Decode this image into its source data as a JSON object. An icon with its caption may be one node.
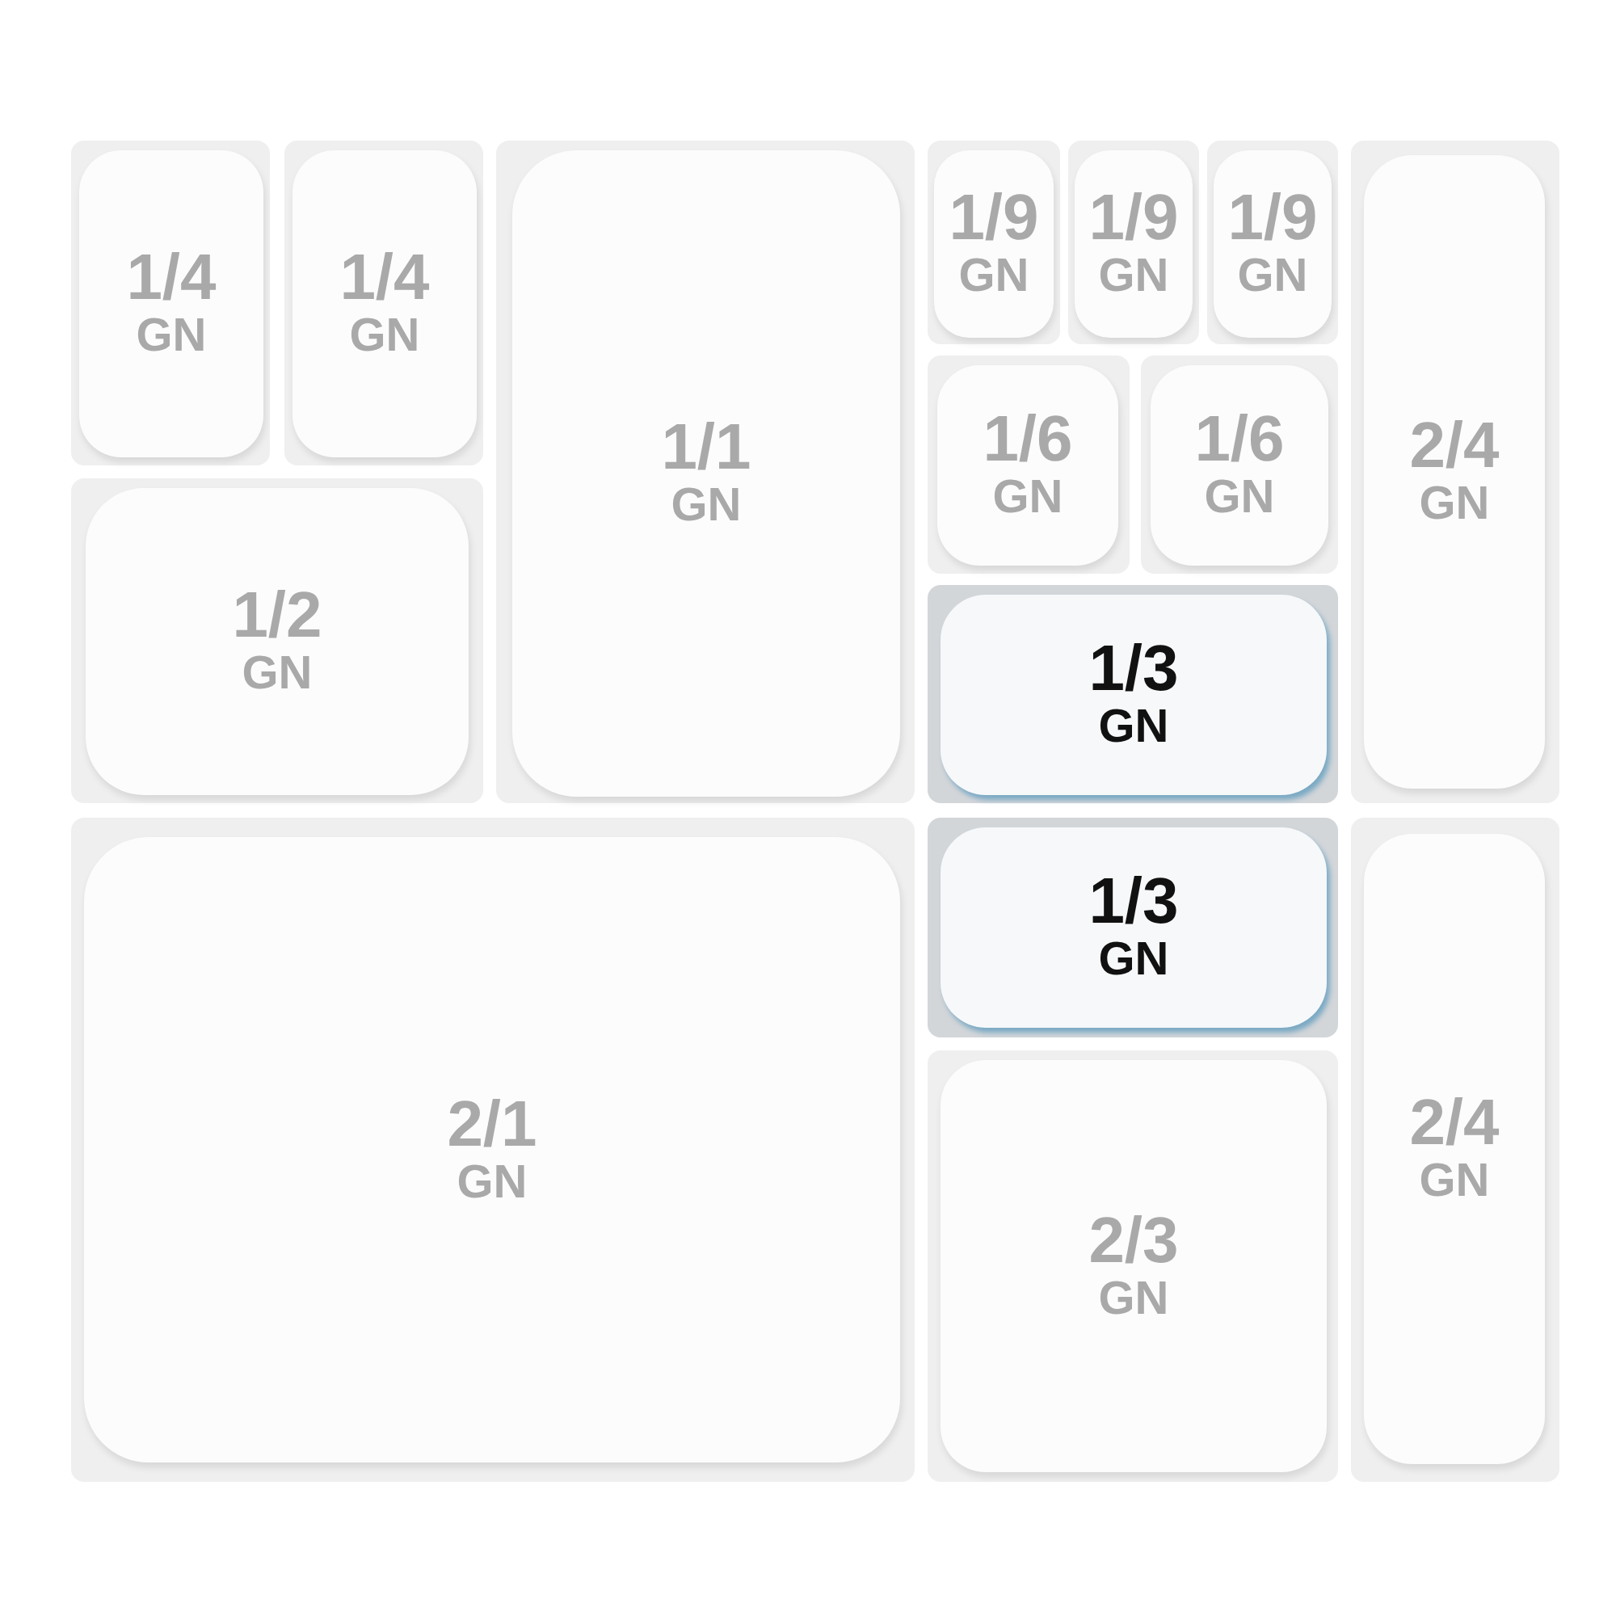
{
  "diagram": {
    "nodes": [
      {
        "text": [
          "1/4",
          "GN"
        ]
      },
      {
        "text": [
          "1/4",
          "GN"
        ]
      },
      {
        "text": [
          "1/1",
          "GN"
        ]
      },
      {
        "text": [
          "1/9",
          "GN"
        ]
      },
      {
        "text": [
          "1/9",
          "GN"
        ]
      },
      {
        "text": [
          "1/9",
          "GN"
        ]
      },
      {
        "text": [
          "2/4",
          "GN"
        ]
      },
      {
        "text": [
          "1/6",
          "GN"
        ]
      },
      {
        "text": [
          "1/6",
          "GN"
        ]
      },
      {
        "text": [
          "1/2",
          "GN"
        ]
      },
      {
        "text": [
          "1/3",
          "GN"
        ]
      },
      {
        "text": [
          "1/3",
          "GN"
        ]
      },
      {
        "text": [
          "2/1",
          "GN"
        ]
      },
      {
        "text": [
          "2/4",
          "GN"
        ]
      },
      {
        "text": [
          "2/3",
          "GN"
        ]
      }
    ]
  }
}
